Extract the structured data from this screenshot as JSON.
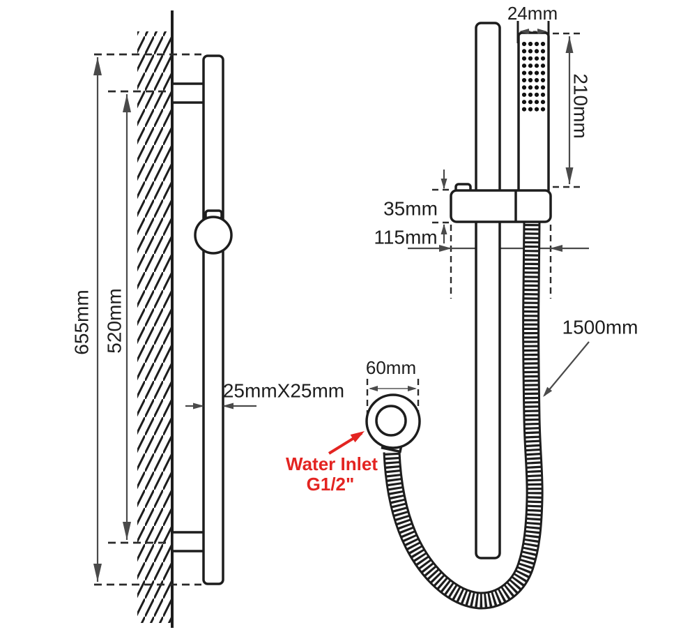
{
  "diagram": {
    "left_view": {
      "overall_height": "655mm",
      "mount_span": "520mm",
      "rail_profile": "25mmX25mm"
    },
    "right_view": {
      "handset_width": "24mm",
      "handset_length": "210mm",
      "bracket_height": "35mm",
      "bracket_length": "115mm",
      "hose_length": "1500mm",
      "inlet_diameter": "60mm",
      "water_inlet_label_line1": "Water Inlet",
      "water_inlet_label_line2": "G1/2\""
    },
    "colors": {
      "line": "#1d1d1d",
      "dimension": "#4a4a4a",
      "accent_red": "#e32421",
      "background": "#ffffff"
    }
  }
}
